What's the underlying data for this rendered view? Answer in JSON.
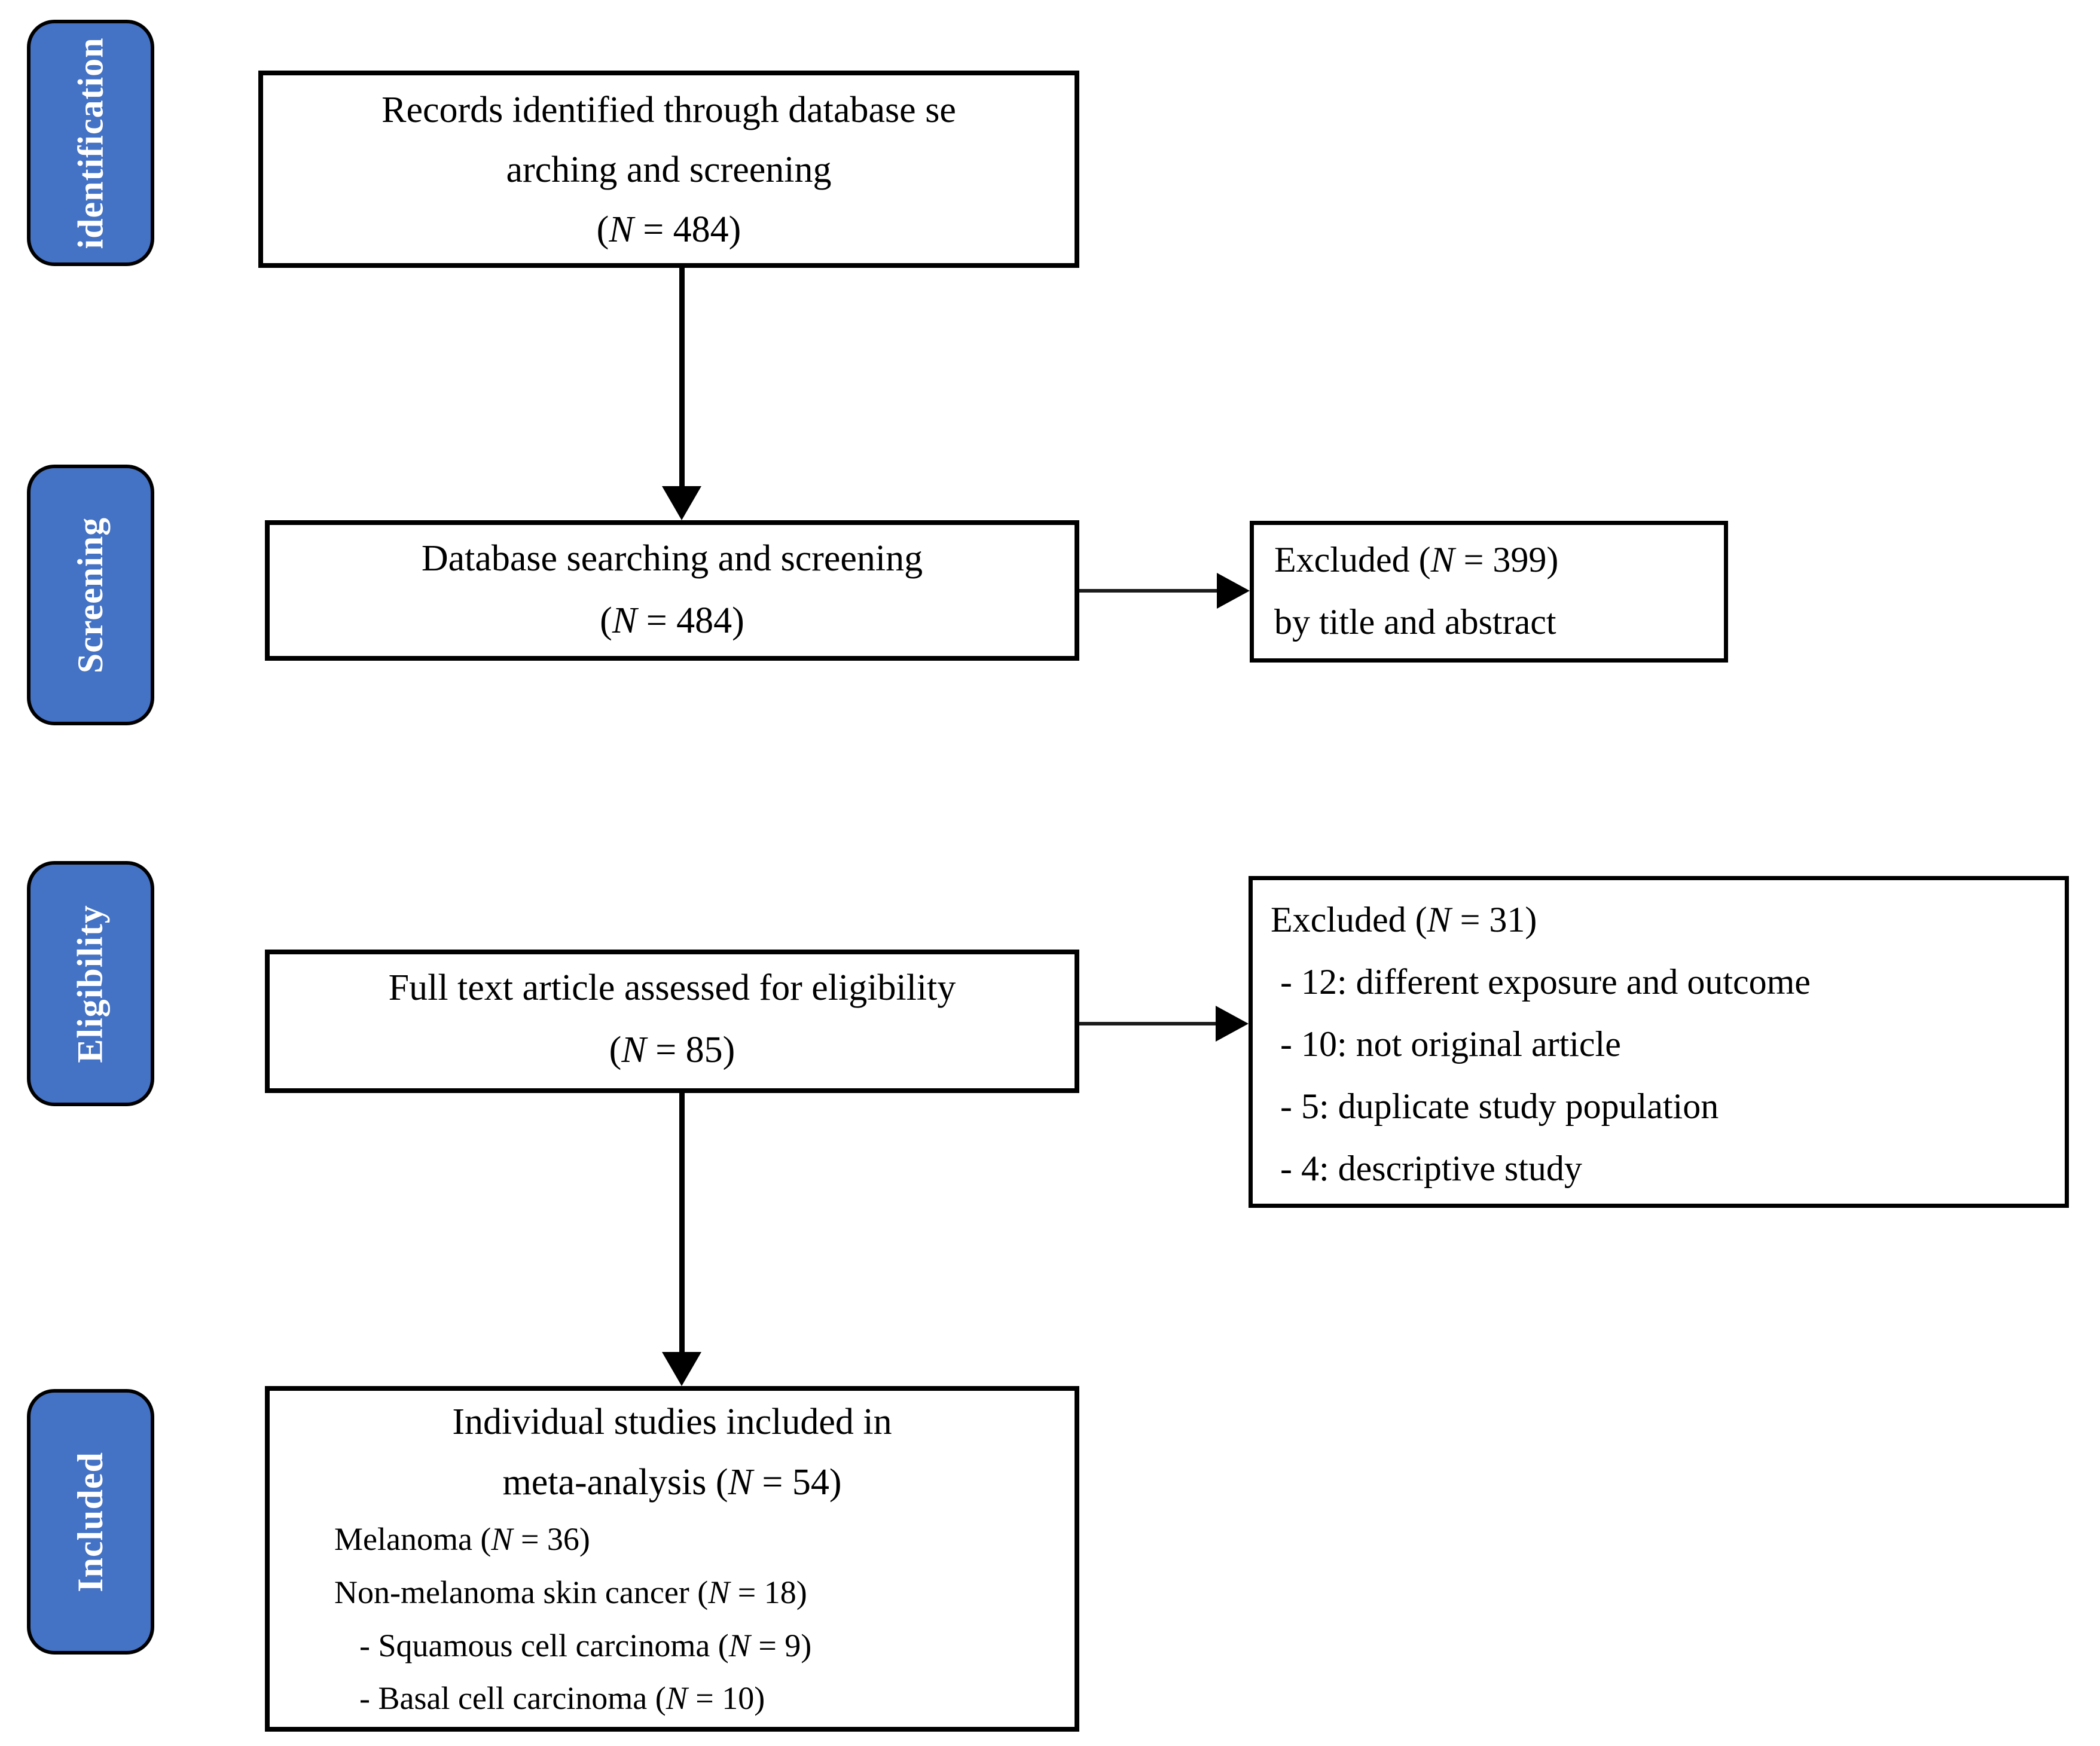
{
  "colors": {
    "stage_fill": "#4472C4",
    "stage_text": "#ffffff",
    "box_border": "#000000",
    "background": "#ffffff"
  },
  "sidebar": {
    "stages": [
      {
        "label": "identification"
      },
      {
        "label": "Screening"
      },
      {
        "label": "Eligibility"
      },
      {
        "label": "Included"
      }
    ]
  },
  "boxes": {
    "identified": {
      "line1": "Records identified through database se",
      "line2": "arching and screening",
      "count": {
        "pre": "(",
        "sym": "N",
        "post": " = 484)"
      }
    },
    "screened": {
      "line1": "Database searching and screening",
      "count": {
        "pre": "(",
        "sym": "N",
        "post": " = 484)"
      }
    },
    "excluded_screening": {
      "title": {
        "pre": "Excluded (",
        "sym": "N",
        "post": " = 399)"
      },
      "line2": "by title and abstract"
    },
    "fulltext": {
      "line1": "Full text article assessed for eligibility",
      "count": {
        "pre": "(",
        "sym": "N",
        "post": " = 85)"
      }
    },
    "excluded_eligibility": {
      "title": {
        "pre": "Excluded (",
        "sym": "N",
        "post": " = 31)"
      },
      "items": [
        "- 12: different exposure and outcome",
        "- 10: not original article",
        "- 5: duplicate study population",
        "- 4: descriptive study"
      ]
    },
    "included": {
      "line1": "Individual studies included in",
      "line2": {
        "pre": "meta-analysis (",
        "sym": "N",
        "post": " = 54)"
      },
      "melanoma": {
        "pre": "Melanoma (",
        "sym": "N",
        "post": " = 36)"
      },
      "nmsc": {
        "pre": "Non-melanoma skin cancer (",
        "sym": "N",
        "post": " = 18)"
      },
      "scc": {
        "pre": "- Squamous cell carcinoma (",
        "sym": "N",
        "post": " = 9)"
      },
      "bcc": {
        "pre": "- Basal cell carcinoma (",
        "sym": "N",
        "post": " = 10)"
      }
    }
  }
}
